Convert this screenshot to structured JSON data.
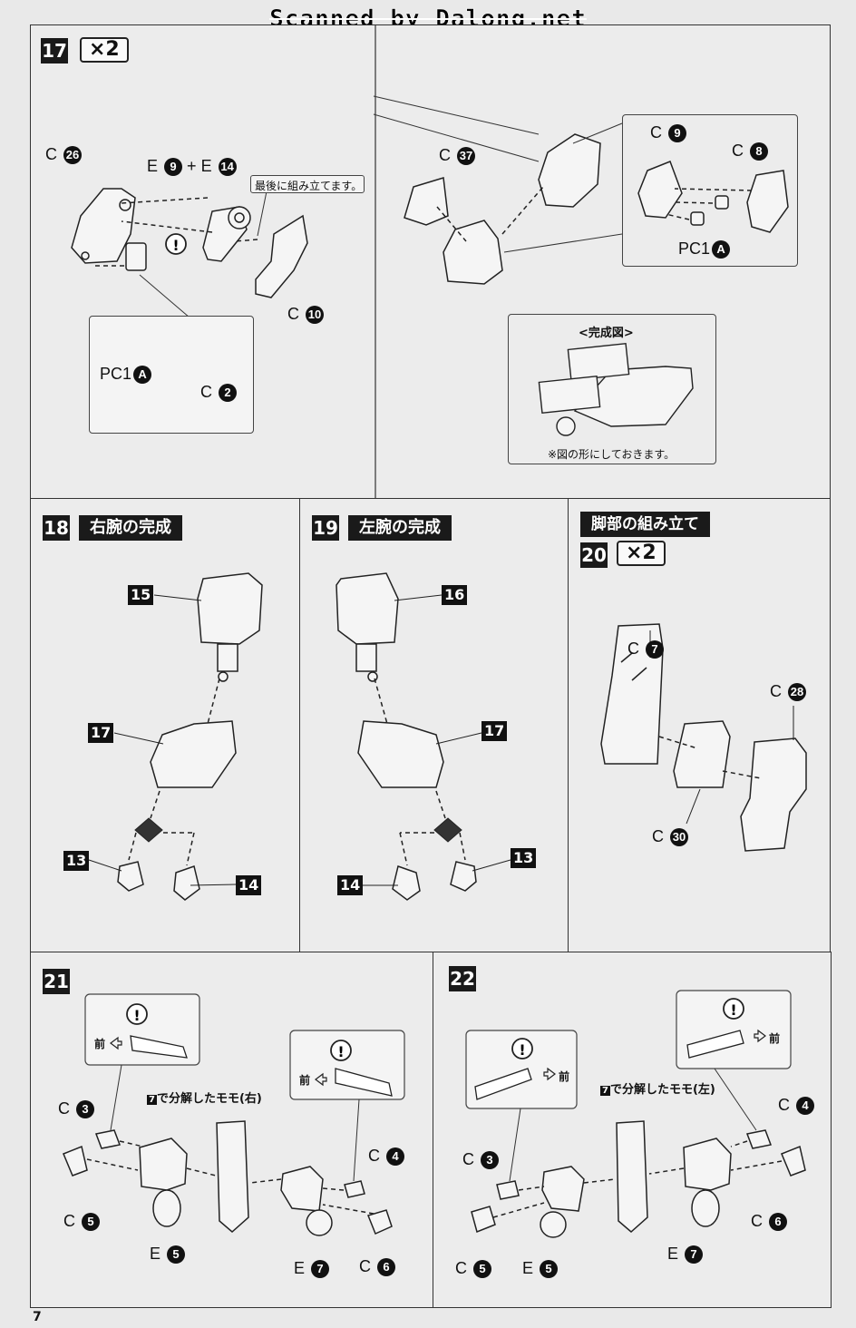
{
  "scan_credit": "Scanned by Dalong.net",
  "page_number": "7",
  "steps": {
    "s17": {
      "num": "17",
      "mult": "×2",
      "labels": {
        "c26": "C",
        "c26n": "26",
        "e9": "E",
        "e9n": "9",
        "plus": "+",
        "e14": "E",
        "e14n": "14",
        "c10": "C",
        "c10n": "10",
        "pc1": "PC1",
        "pc1n": "A",
        "c2": "C",
        "c2n": "2",
        "c37": "C",
        "c37n": "37",
        "c9": "C",
        "c9n": "9",
        "c8": "C",
        "c8n": "8",
        "pc1b": "PC1",
        "pc1bn": "A"
      },
      "note_last": "最後に組み立てます。",
      "complete_title": "<完成図>",
      "complete_note": "※図の形にしておきます。"
    },
    "s18": {
      "num": "18",
      "title": "右腕の完成",
      "p15": "15",
      "p17": "17",
      "p13": "13",
      "p14": "14"
    },
    "s19": {
      "num": "19",
      "title": "左腕の完成",
      "p16": "16",
      "p17": "17",
      "p13": "13",
      "p14": "14"
    },
    "s20": {
      "section_title": "脚部の組み立て",
      "num": "20",
      "mult": "×2",
      "c7": "C",
      "c7n": "7",
      "c28": "C",
      "c28n": "28",
      "c30": "C",
      "c30n": "30"
    },
    "s21": {
      "num": "21",
      "front": "前",
      "thigh_ref": "7",
      "thigh_text": "で分解したモモ(右)",
      "c3": "C",
      "c3n": "3",
      "c5": "C",
      "c5n": "5",
      "e5": "E",
      "e5n": "5",
      "c4": "C",
      "c4n": "4",
      "e7": "E",
      "e7n": "7",
      "c6": "C",
      "c6n": "6"
    },
    "s22": {
      "num": "22",
      "front": "前",
      "thigh_ref": "7",
      "thigh_text": "で分解したモモ(左)",
      "c3": "C",
      "c3n": "3",
      "c5": "C",
      "c5n": "5",
      "e5": "E",
      "e5n": "5",
      "c4": "C",
      "c4n": "4",
      "e7": "E",
      "e7n": "7",
      "c6": "C",
      "c6n": "6"
    }
  },
  "icons": [
    "caution-icon",
    "arrow-left-icon",
    "arrow-right-icon"
  ]
}
